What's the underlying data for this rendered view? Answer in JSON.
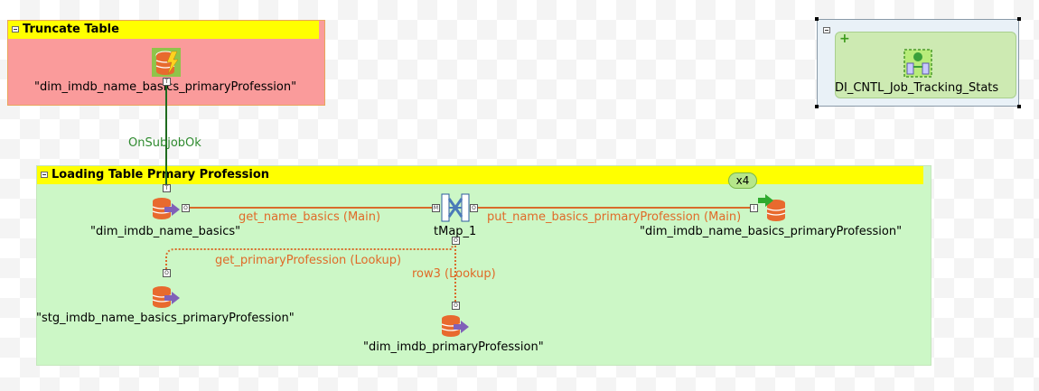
{
  "subjobs": {
    "truncate": {
      "title": "Truncate Table"
    },
    "loading": {
      "title": "Loading Table Prmary Profession"
    }
  },
  "components": {
    "truncate_comp": {
      "label": "\"dim_imdb_name_basics_primaryProfession\""
    },
    "name_basics_input": {
      "label": "\"dim_imdb_name_basics\""
    },
    "stg_input": {
      "label": "\"stg_imdb_name_basics_primaryProfession\""
    },
    "primary_prof_input": {
      "label": "\"dim_imdb_primaryProfession\""
    },
    "tmap": {
      "label": "tMap_1"
    },
    "output": {
      "label": "\"dim_imdb_name_basics_primaryProfession\""
    },
    "tracking": {
      "label": "DI_CNTL_Job_Tracking_Stats"
    }
  },
  "links": {
    "on_subjob_ok": "OnSubjobOk",
    "main_in": "get_name_basics (Main)",
    "main_out": "put_name_basics_primaryProfession (Main)",
    "lookup1": "get_primaryProfession (Lookup)",
    "lookup2": "row3 (Lookup)"
  },
  "badge": {
    "text": "x4"
  },
  "ports": {
    "trigger": "T",
    "output": "O",
    "main": "M",
    "input": "I",
    "plus": "+"
  },
  "colors": {
    "truncate_bg": "#fa9b9b",
    "loading_bg": "#ccf7c6",
    "header_bg": "#ffff00",
    "main_link": "#d86b2a",
    "trigger_link": "#1e6b1e",
    "db_orange": "#e86a2e",
    "arrow_purple": "#8061b8"
  },
  "icons": {
    "truncate": "db-lightning-icon",
    "inputs": "db-input-icon",
    "tmap": "tmap-icon",
    "output": "db-output-icon",
    "tracking": "joblet-icon"
  }
}
